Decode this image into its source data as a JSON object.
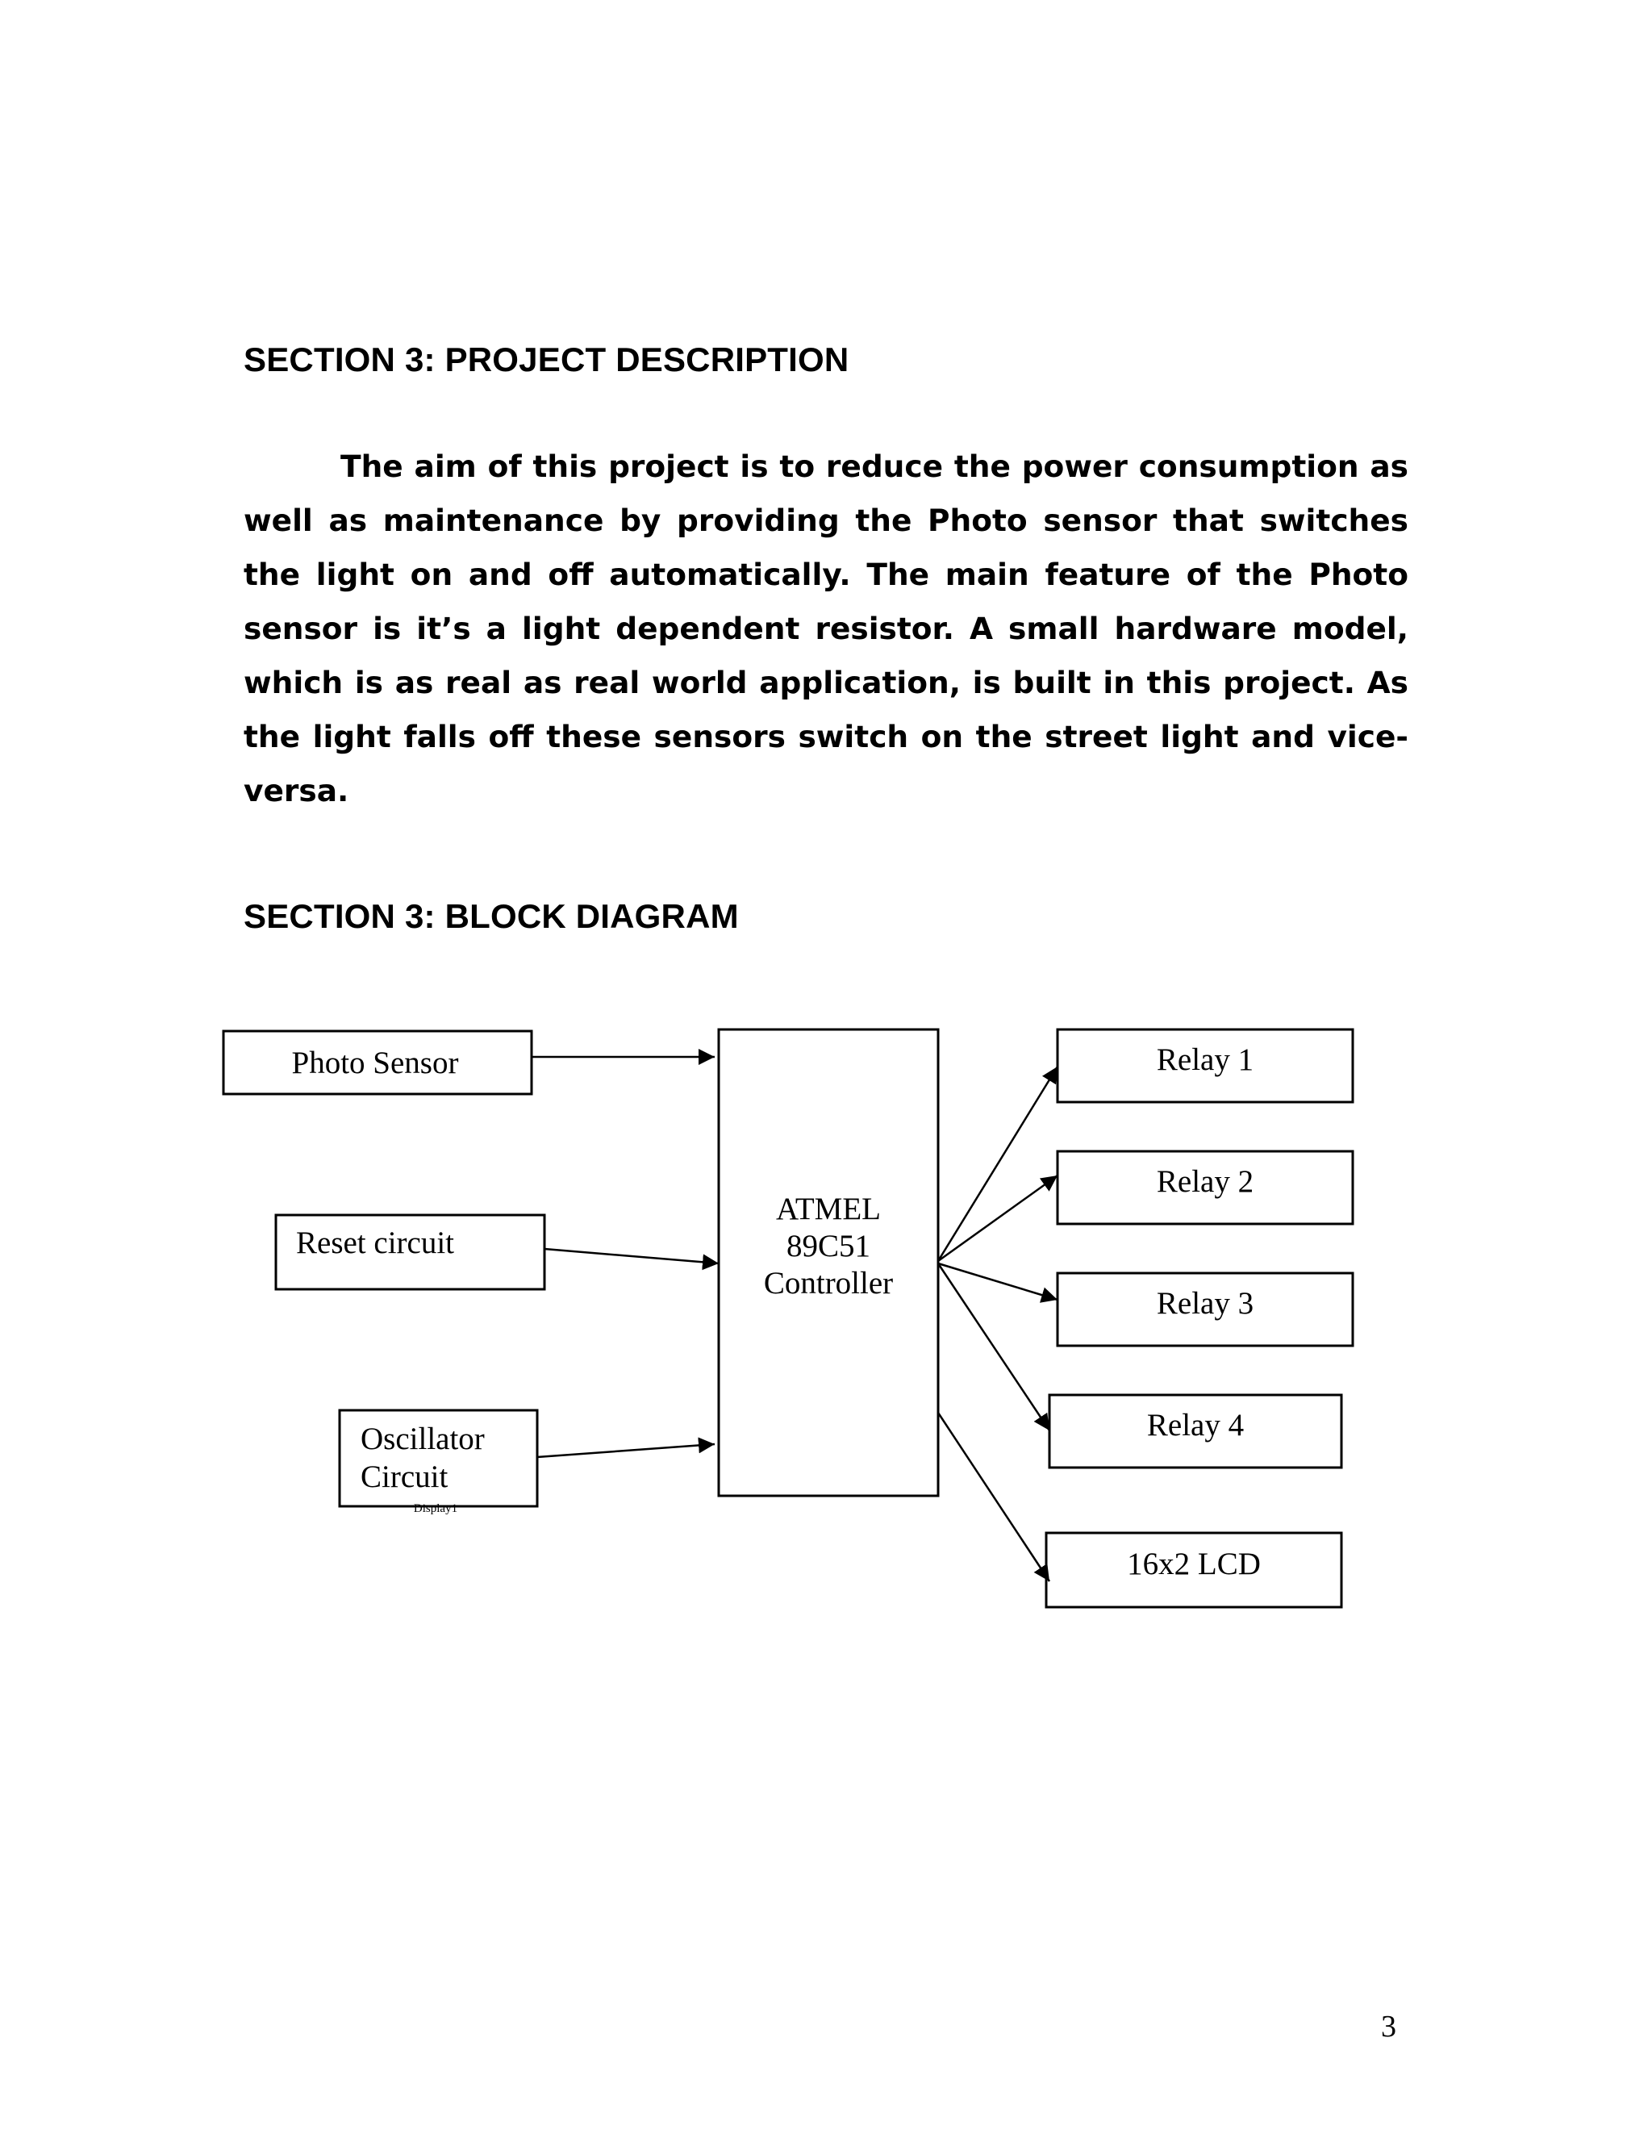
{
  "sections": {
    "description": {
      "heading": "SECTION 3: PROJECT DESCRIPTION",
      "paragraph": "The aim of this project is to reduce the power consumption as well as maintenance by providing the Photo sensor that switches the light on and off automatically. The main feature of the Photo sensor is it’s a light dependent resistor. A small hardware model, which is as real as real world application, is built in this project. As the light falls off these sensors switch on the street light and vice-versa."
    },
    "block_diagram": {
      "heading": "SECTION 3: BLOCK DIAGRAM"
    }
  },
  "diagram": {
    "inputs": {
      "photo_sensor": "Photo Sensor",
      "reset_circuit": "Reset circuit",
      "oscillator_line1": "Oscillator",
      "oscillator_line2": "Circuit",
      "oscillator_sublabel": "Display1"
    },
    "controller": {
      "line1": "ATMEL",
      "line2": "89C51",
      "line3": "Controller"
    },
    "outputs": {
      "relay1": "Relay 1",
      "relay2": "Relay 2",
      "relay3": "Relay 3",
      "relay4": "Relay 4",
      "lcd": "16x2 LCD"
    }
  },
  "page_number": "3"
}
